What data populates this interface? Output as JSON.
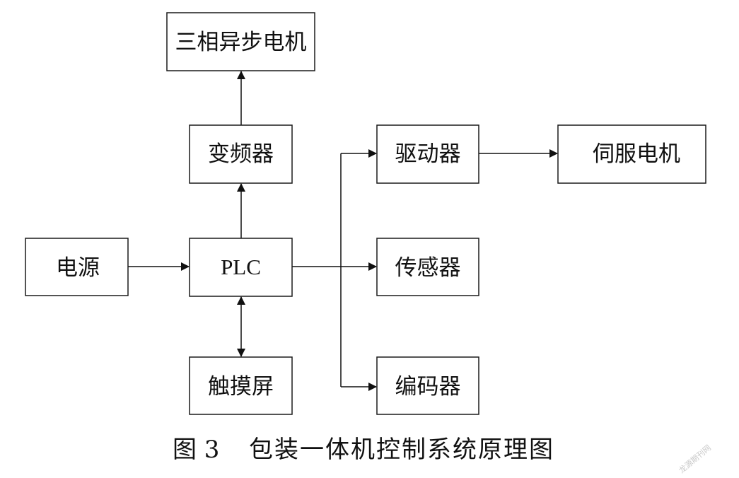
{
  "nodes": {
    "motor3": "三相异步电机",
    "inverter": "变频器",
    "driver": "驱动器",
    "servo": "伺服电机",
    "power": "电源",
    "plc": "PLC",
    "sensor": "传感器",
    "touch": "触摸屏",
    "encoder": "编码器"
  },
  "caption": {
    "number": "图 3",
    "title": "包装一体机控制系统原理图"
  },
  "watermark": "龙源期刊网",
  "colors": {
    "line": "#111111",
    "box_border": "#1a1a1a",
    "background": "#ffffff"
  }
}
